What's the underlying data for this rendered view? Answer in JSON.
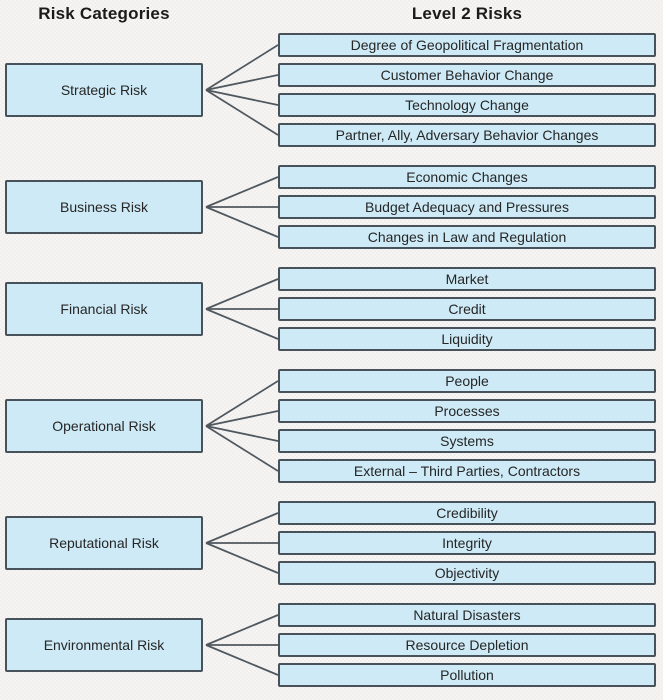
{
  "headers": {
    "left": "Risk Categories",
    "right": "Level 2 Risks"
  },
  "groups": [
    {
      "category": "Strategic Risk",
      "items": [
        "Degree of Geopolitical Fragmentation",
        "Customer Behavior Change",
        "Technology Change",
        "Partner, Ally, Adversary Behavior Changes"
      ]
    },
    {
      "category": "Business Risk",
      "items": [
        "Economic Changes",
        "Budget Adequacy and Pressures",
        "Changes in Law and Regulation"
      ]
    },
    {
      "category": "Financial Risk",
      "items": [
        "Market",
        "Credit",
        "Liquidity"
      ]
    },
    {
      "category": "Operational Risk",
      "items": [
        "People",
        "Processes",
        "Systems",
        "External – Third Parties, Contractors"
      ]
    },
    {
      "category": "Reputational Risk",
      "items": [
        "Credibility",
        "Integrity",
        "Objectivity"
      ]
    },
    {
      "category": "Environmental Risk",
      "items": [
        "Natural Disasters",
        "Resource Depletion",
        "Pollution"
      ]
    }
  ],
  "colors": {
    "box_fill": "#cdeaf6",
    "box_border": "#47525a",
    "connector_line": "#4f585f",
    "box_text": "#262626",
    "header_text": "#1b1b1b",
    "background": "#f3f2f0"
  }
}
